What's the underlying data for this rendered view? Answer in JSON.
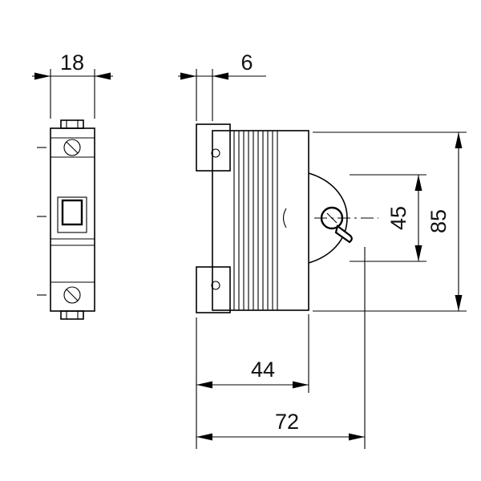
{
  "dimensions": {
    "front_width": "18",
    "din_rail_offset": "6",
    "mounting_depth": "44",
    "total_depth": "72",
    "front_section_height": "45",
    "total_height": "85"
  },
  "colors": {
    "line": "#000000",
    "background": "#ffffff"
  }
}
